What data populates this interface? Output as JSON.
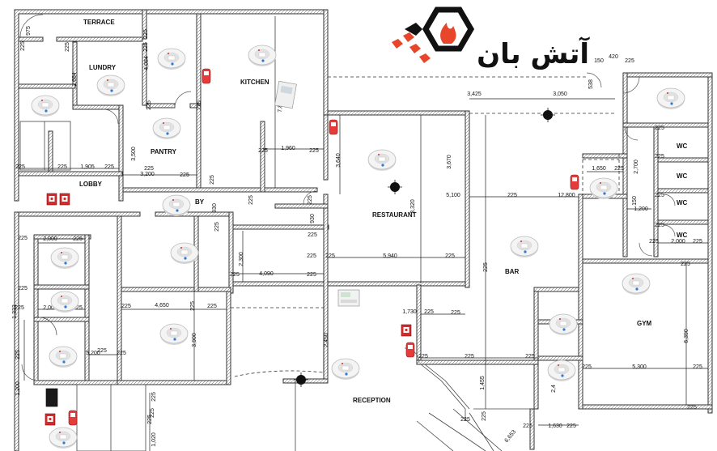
{
  "logo": {
    "text": "آتش بان",
    "colors": {
      "flame": "#e8462a",
      "outline": "#111111"
    }
  },
  "rooms": [
    {
      "id": "terrace",
      "label": "TERRACE"
    },
    {
      "id": "lundry",
      "label": "LUNDRY"
    },
    {
      "id": "kitchen",
      "label": "KITCHEN"
    },
    {
      "id": "pantry",
      "label": "PANTRY"
    },
    {
      "id": "lobby",
      "label": "LOBBY"
    },
    {
      "id": "by",
      "label": "BY"
    },
    {
      "id": "restaurant",
      "label": "RESTAURANT"
    },
    {
      "id": "bar",
      "label": "BAR"
    },
    {
      "id": "gym",
      "label": "GYM"
    },
    {
      "id": "reception",
      "label": "RECEPTION"
    },
    {
      "id": "wc1",
      "label": "WC"
    },
    {
      "id": "wc2",
      "label": "WC"
    },
    {
      "id": "wc3",
      "label": "WC"
    },
    {
      "id": "wc4",
      "label": "WC"
    }
  ],
  "dimensions": [
    "975",
    "225",
    "225",
    "225",
    "2,684",
    "225",
    "4,084",
    "225",
    "225",
    "7,809",
    "225",
    "1,960",
    "225",
    "3,500",
    "225",
    "1,905",
    "225",
    "3,200",
    "225",
    "225",
    "225",
    "225",
    "3,640",
    "3,425",
    "3,050",
    "150",
    "420",
    "225",
    "538",
    "225",
    "225",
    "225",
    "2,000",
    "225",
    "930",
    "225",
    "2,300",
    "225",
    "4,090",
    "225",
    "225",
    "930",
    "5,940",
    "225",
    "225",
    "225",
    "225",
    "1,333",
    "225",
    "2,000",
    "225",
    "225",
    "4,650",
    "225",
    "225",
    "1,730",
    "225",
    "225",
    "5,100",
    "225",
    "12,800",
    "225",
    "3,670",
    "3,900",
    "2,450",
    "225",
    "1,200",
    "225",
    "225",
    "5,200",
    "225",
    "225",
    "225",
    "1,455",
    "225",
    "225",
    "1,020",
    "225",
    "225",
    "1,630",
    "225",
    "225",
    "6,653",
    "2,700",
    "1,650",
    "225",
    "150",
    "1,200",
    "2,000",
    "225",
    "225",
    "6,390",
    "5,300",
    "225",
    "225",
    "3,320",
    "225",
    "2,4",
    "225",
    "225",
    "225",
    "225",
    "225",
    "225"
  ],
  "icons": [
    "smoke-detector",
    "manual-call-point",
    "fire-alarm-panel",
    "heat-detector",
    "fire-extinguisher",
    "sounder"
  ],
  "colors": {
    "alarm_red": "#d62a2a",
    "wall": "#3a3a3a"
  }
}
